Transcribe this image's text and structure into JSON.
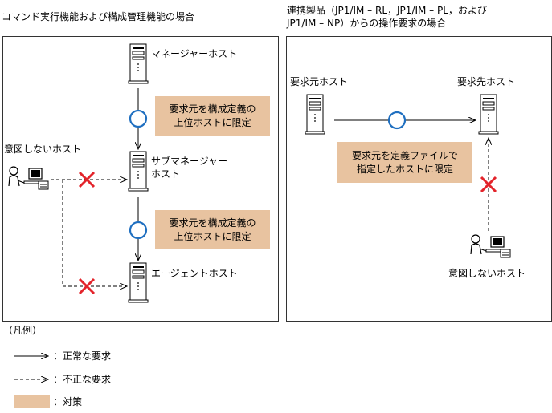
{
  "left_panel": {
    "title": "コマンド実行機能および構成管理機能の場合",
    "manager_host": "マネージャーホスト",
    "submanager_host_line1": "サブマネージャー",
    "submanager_host_line2": "ホスト",
    "agent_host": "エージェントホスト",
    "unintended_host": "意図しないホスト",
    "note1_line1": "要求元を構成定義の",
    "note1_line2": "上位ホストに限定",
    "note2_line1": "要求元を構成定義の",
    "note2_line2": "上位ホストに限定"
  },
  "right_panel": {
    "title_line1": "連携製品（JP1/IM – RL，JP1/IM – PL，および",
    "title_line2": "JP1/IM – NP）からの操作要求の場合",
    "source_host": "要求元ホスト",
    "dest_host": "要求先ホスト",
    "unintended_host": "意図しないホスト",
    "note_line1": "要求元を定義ファイルで",
    "note_line2": "指定したホストに限定"
  },
  "legend": {
    "title": "（凡例）",
    "normal_arrow_symbol": "———>",
    "normal_label": "：正常な要求",
    "invalid_arrow_symbol": "---->",
    "invalid_label": "：不正な要求",
    "countermeasure_label": "：対策"
  },
  "colors": {
    "note_fill": "#e8c3a0",
    "ok_circle": "#1f6fc0",
    "ng_cross": "#e3242b"
  }
}
